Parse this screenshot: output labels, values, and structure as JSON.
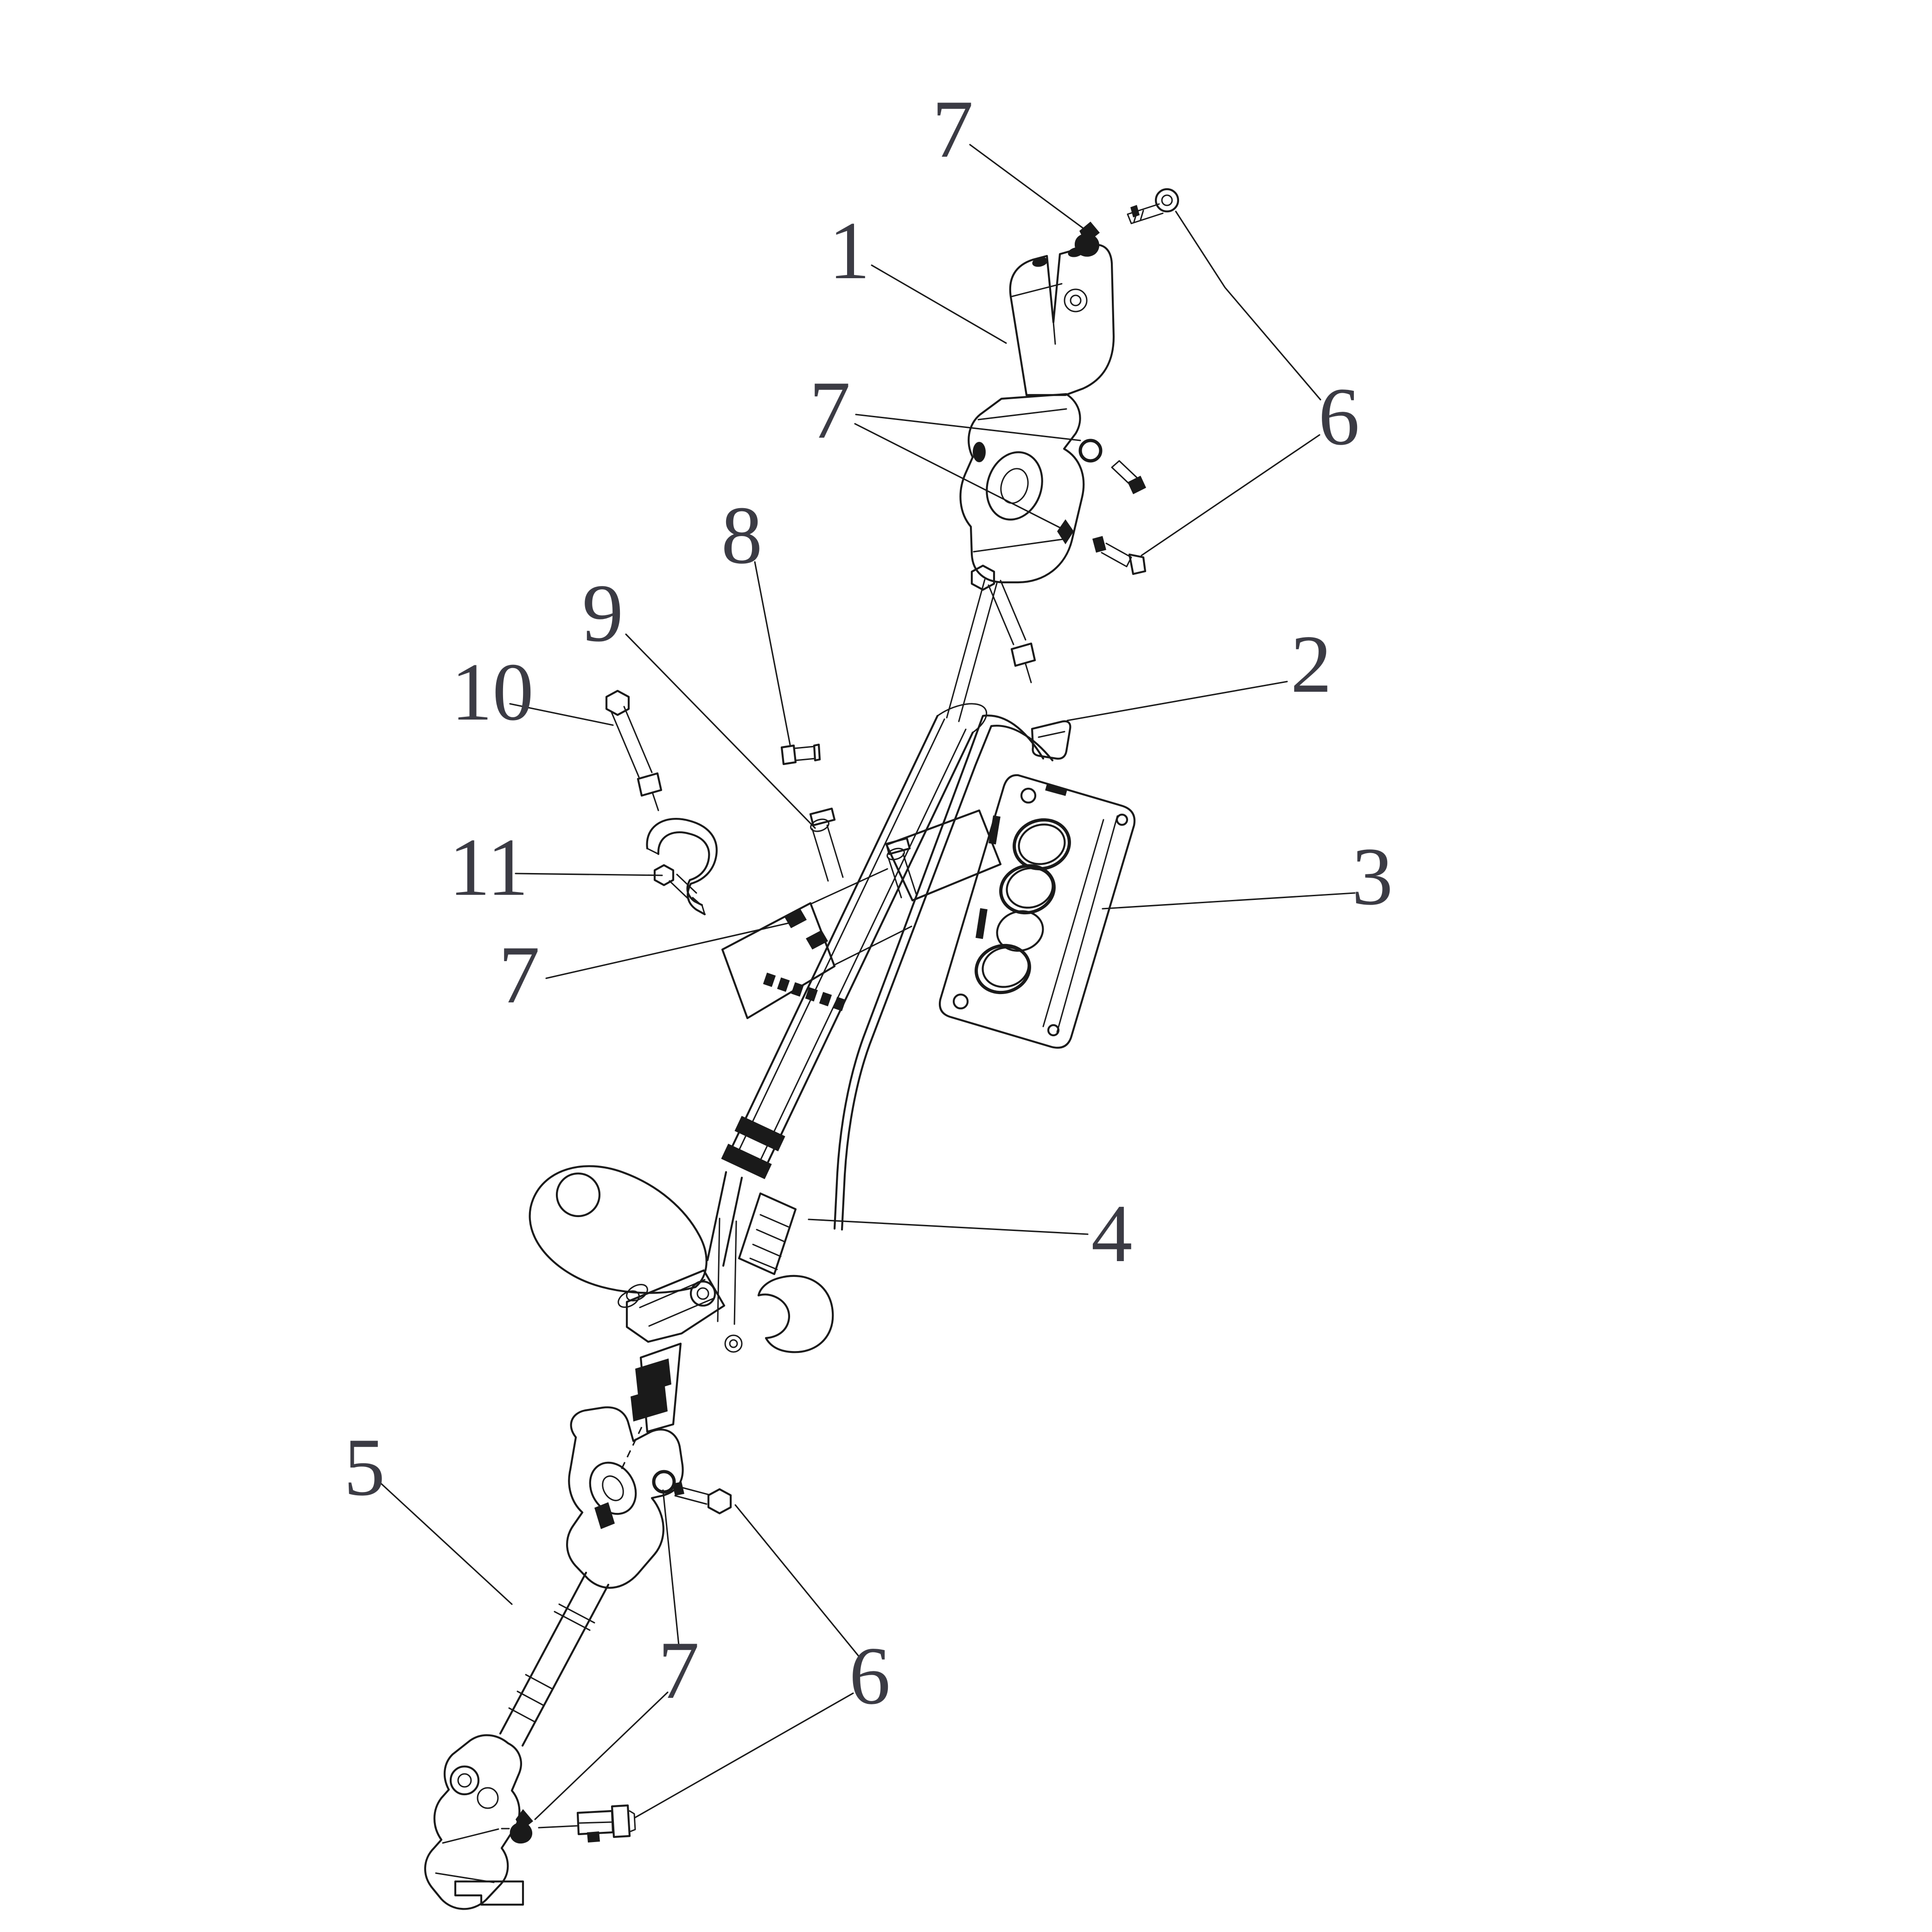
{
  "figure": {
    "background_color": "#ffffff",
    "line_color": "#1a1a1a",
    "label_color": "#3b3b44",
    "callouts": [
      {
        "id": "callout-7-top",
        "text": "7"
      },
      {
        "id": "callout-1",
        "text": "1"
      },
      {
        "id": "callout-7-upper",
        "text": "7"
      },
      {
        "id": "callout-6-upper",
        "text": "6"
      },
      {
        "id": "callout-8",
        "text": "8"
      },
      {
        "id": "callout-9",
        "text": "9"
      },
      {
        "id": "callout-2",
        "text": "2"
      },
      {
        "id": "callout-10",
        "text": "10"
      },
      {
        "id": "callout-11",
        "text": "11"
      },
      {
        "id": "callout-3",
        "text": "3"
      },
      {
        "id": "callout-7-middle",
        "text": "7"
      },
      {
        "id": "callout-4",
        "text": "4"
      },
      {
        "id": "callout-5",
        "text": "5"
      },
      {
        "id": "callout-7-bottom",
        "text": "7"
      },
      {
        "id": "callout-6-bottom",
        "text": "6"
      }
    ]
  }
}
